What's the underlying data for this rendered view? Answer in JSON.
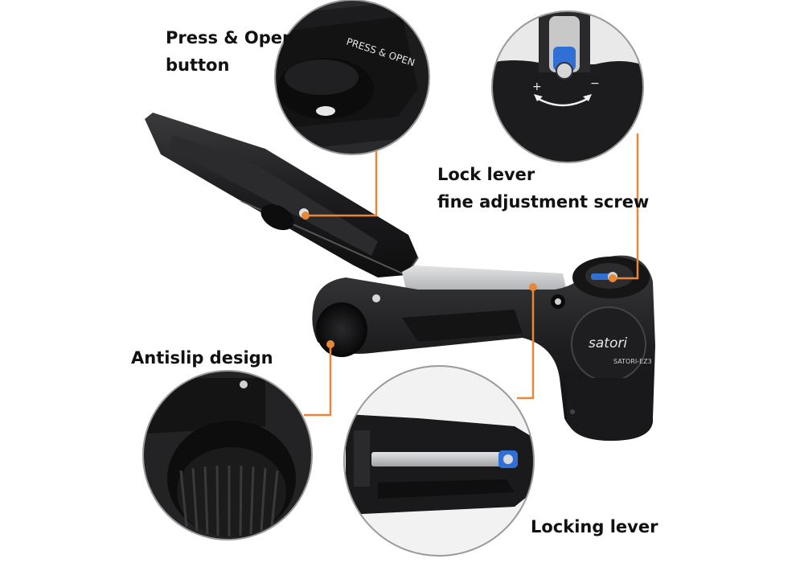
{
  "labels": {
    "press_open": {
      "line1": "Press & Open",
      "line2": "button"
    },
    "lock_lever": {
      "line1": "Lock lever",
      "line2": "fine adjustment screw"
    },
    "antislip": "Antislip design",
    "locking_lever": "Locking lever"
  },
  "product": {
    "brand": "satori",
    "model": "SATORI-EZ3",
    "stamp": "PRESS & OPEN",
    "dial_plus": "+",
    "dial_minus": "−"
  },
  "colors": {
    "background": "#ffffff",
    "callout_line": "#e8873a",
    "body": "#1b1b1d",
    "metal": "#c9cacc",
    "circle_border": "#9a9a9a"
  }
}
